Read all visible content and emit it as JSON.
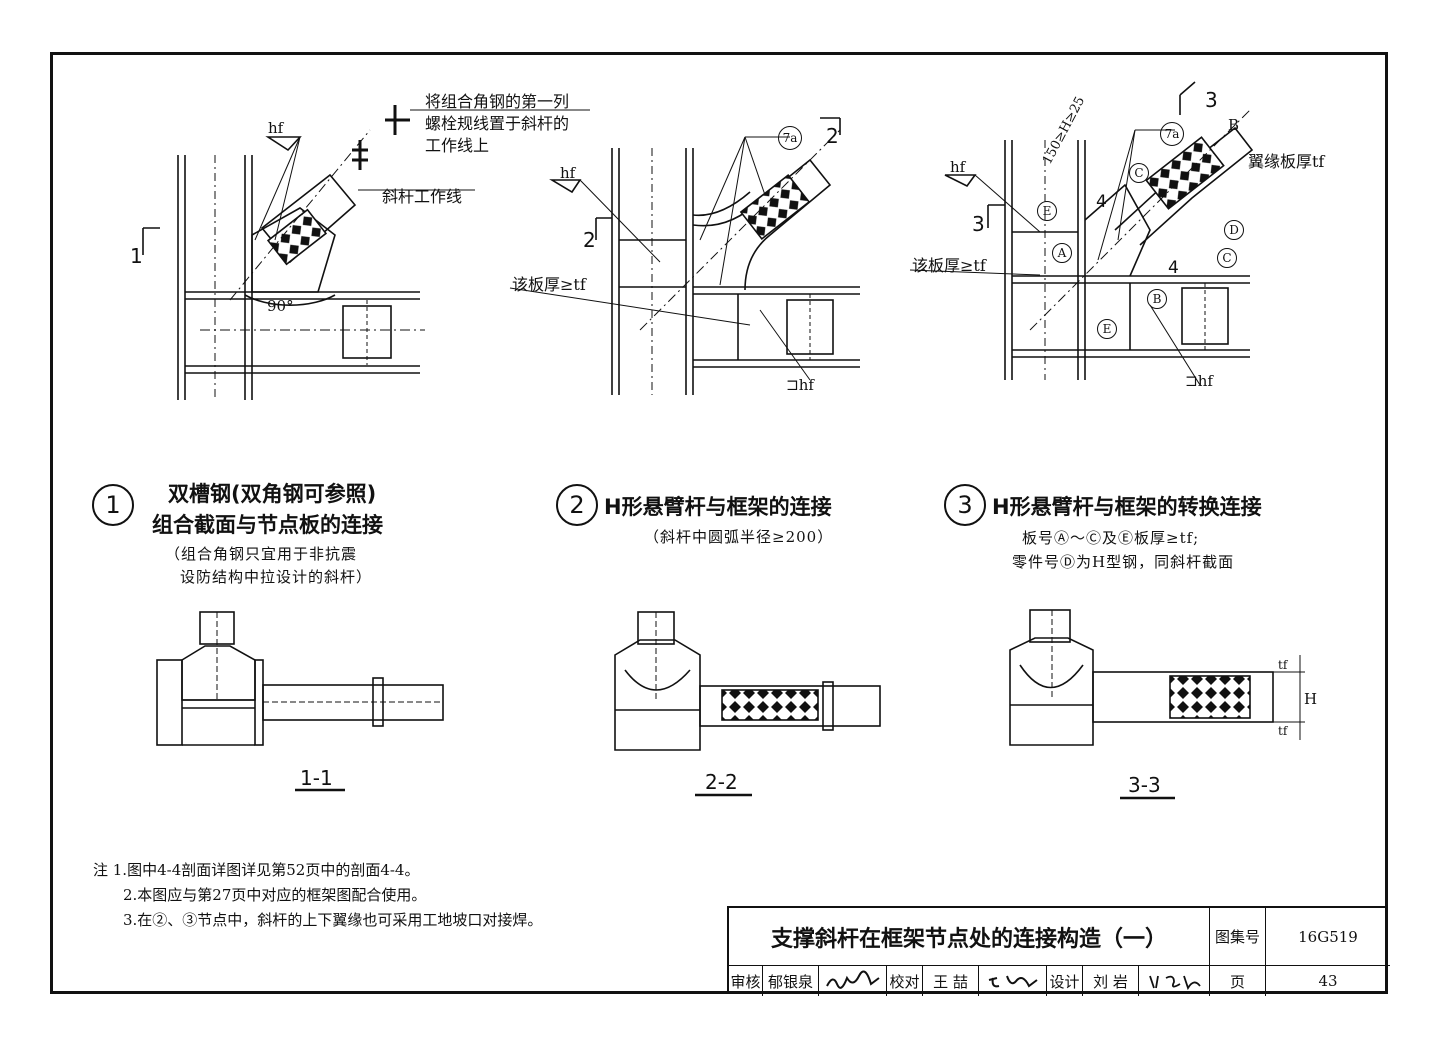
{
  "details": [
    {
      "number": "1",
      "title_line1": "双槽钢(双角钢可参照)",
      "title_line2": "组合截面与节点板的连接",
      "sub_line1": "（组合角钢只宜用于非抗震",
      "sub_line2": "设防结构中拉设计的斜杆）"
    },
    {
      "number": "2",
      "title_line1": "H形悬臂杆与框架的连接",
      "sub_line1": "（斜杆中圆弧半径≥200）"
    },
    {
      "number": "3",
      "title_line1": "H形悬臂杆与框架的转换连接",
      "sub_line1": "板号Ⓐ～Ⓒ及Ⓔ板厚≥tf;",
      "sub_line2": "零件号Ⓓ为H型钢，同斜杆截面"
    }
  ],
  "sections": [
    "1-1",
    "2-2",
    "3-3"
  ],
  "callouts": {
    "d1_note_line1": "将组合角钢的第一列",
    "d1_note_line2": "螺栓规线置于斜杆的",
    "d1_note_line3": "工作线上",
    "d1_workline": "斜杆工作线",
    "d1_angle": "90°",
    "d1_section": "1",
    "d2_section_left": "2",
    "d2_section_top": "2",
    "d2_plate": "该板厚≥tf",
    "d3_section_left": "3",
    "d3_section_top": "3",
    "d3_plate": "该板厚≥tf",
    "d3_flange": "翼缘板厚tf",
    "d3_dim": "150≥H≥25",
    "d3_B": "B",
    "hf": "hf",
    "hf_bracket": "⊐hf",
    "weld_7a": "7a",
    "plate_A": "A",
    "plate_B": "B",
    "plate_C": "C",
    "plate_D": "D",
    "plate_E": "E",
    "section_4": "4",
    "tf": "tf",
    "H": "H"
  },
  "notes": {
    "line1": "注 1.图中4-4剖面详图详见第52页中的剖面4-4。",
    "line2": "2.本图应与第27页中对应的框架图配合使用。",
    "line3": "3.在②、③节点中，斜杆的上下翼缘也可采用工地坡口对接焊。"
  },
  "title_block": {
    "title": "支撑斜杆在框架节点处的连接构造（一）",
    "atlas_label": "图集号",
    "atlas_no": "16G519",
    "review_label": "审核",
    "reviewer": "郁银泉",
    "check_label": "校对",
    "checker": "王 喆",
    "design_label": "设计",
    "designer": "刘 岩",
    "page_label": "页",
    "page_no": "43"
  }
}
